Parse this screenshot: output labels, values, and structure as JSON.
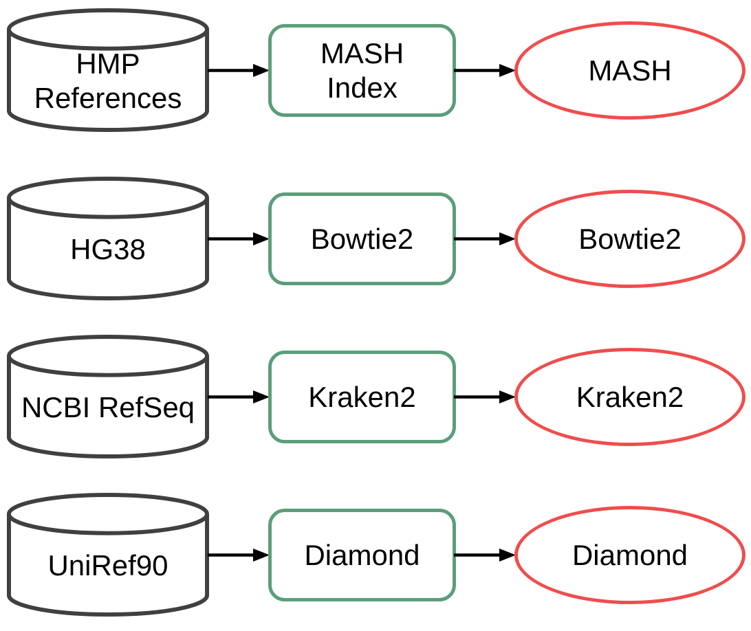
{
  "diagram": {
    "description": "Bioinformatics pipeline diagram: reference databases feeding indexing tools producing classifier outputs",
    "colors": {
      "background": "#FFFFFF",
      "cylinder_stroke": "#404040",
      "box_stroke": "#5B9E79",
      "ellipse_stroke": "#EF4D4D",
      "arrow": "#000000",
      "label": "#000000"
    },
    "rows": [
      {
        "database": "HMP\nReferences",
        "tool": "MASH\nIndex",
        "output": "MASH"
      },
      {
        "database": "HG38",
        "tool": "Bowtie2",
        "output": "Bowtie2"
      },
      {
        "database": "NCBI RefSeq",
        "tool": "Kraken2",
        "output": "Kraken2"
      },
      {
        "database": "UniRef90",
        "tool": "Diamond",
        "output": "Diamond"
      }
    ]
  }
}
